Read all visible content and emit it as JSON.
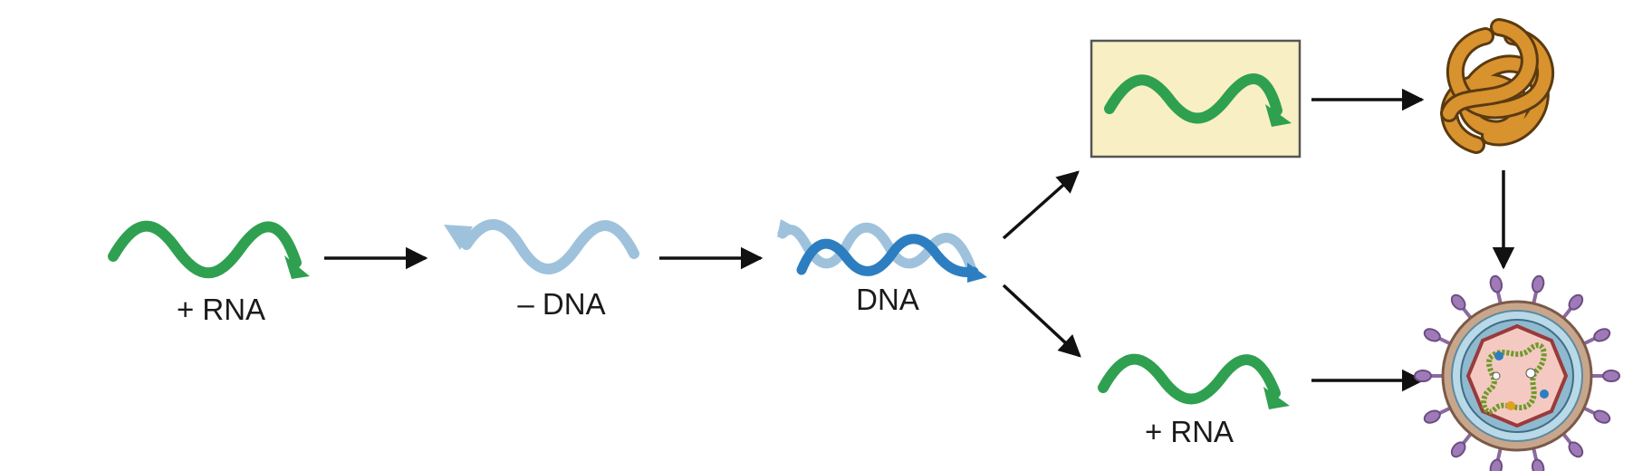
{
  "labels": {
    "rna_in": "+ RNA",
    "dna_minus": "– DNA",
    "dna_double": "DNA",
    "rna_out": "+ RNA"
  },
  "colors": {
    "rna_green": "#2fa050",
    "rna_green_dark": "#1d7a3a",
    "dna_light_blue": "#9fc2dc",
    "dna_dark_blue": "#2d7ec0",
    "box_fill": "#f8efc4",
    "box_stroke": "#555555",
    "protein_orange": "#d8922e",
    "arrow_black": "#111111",
    "virus_purple": "#a07ab8",
    "virus_outer": "#c8a68c",
    "virus_inner": "#b9d9e8",
    "virus_core": "#f4c9c1"
  },
  "icons": [
    "protein-knot-icon",
    "virus-particle-icon"
  ]
}
